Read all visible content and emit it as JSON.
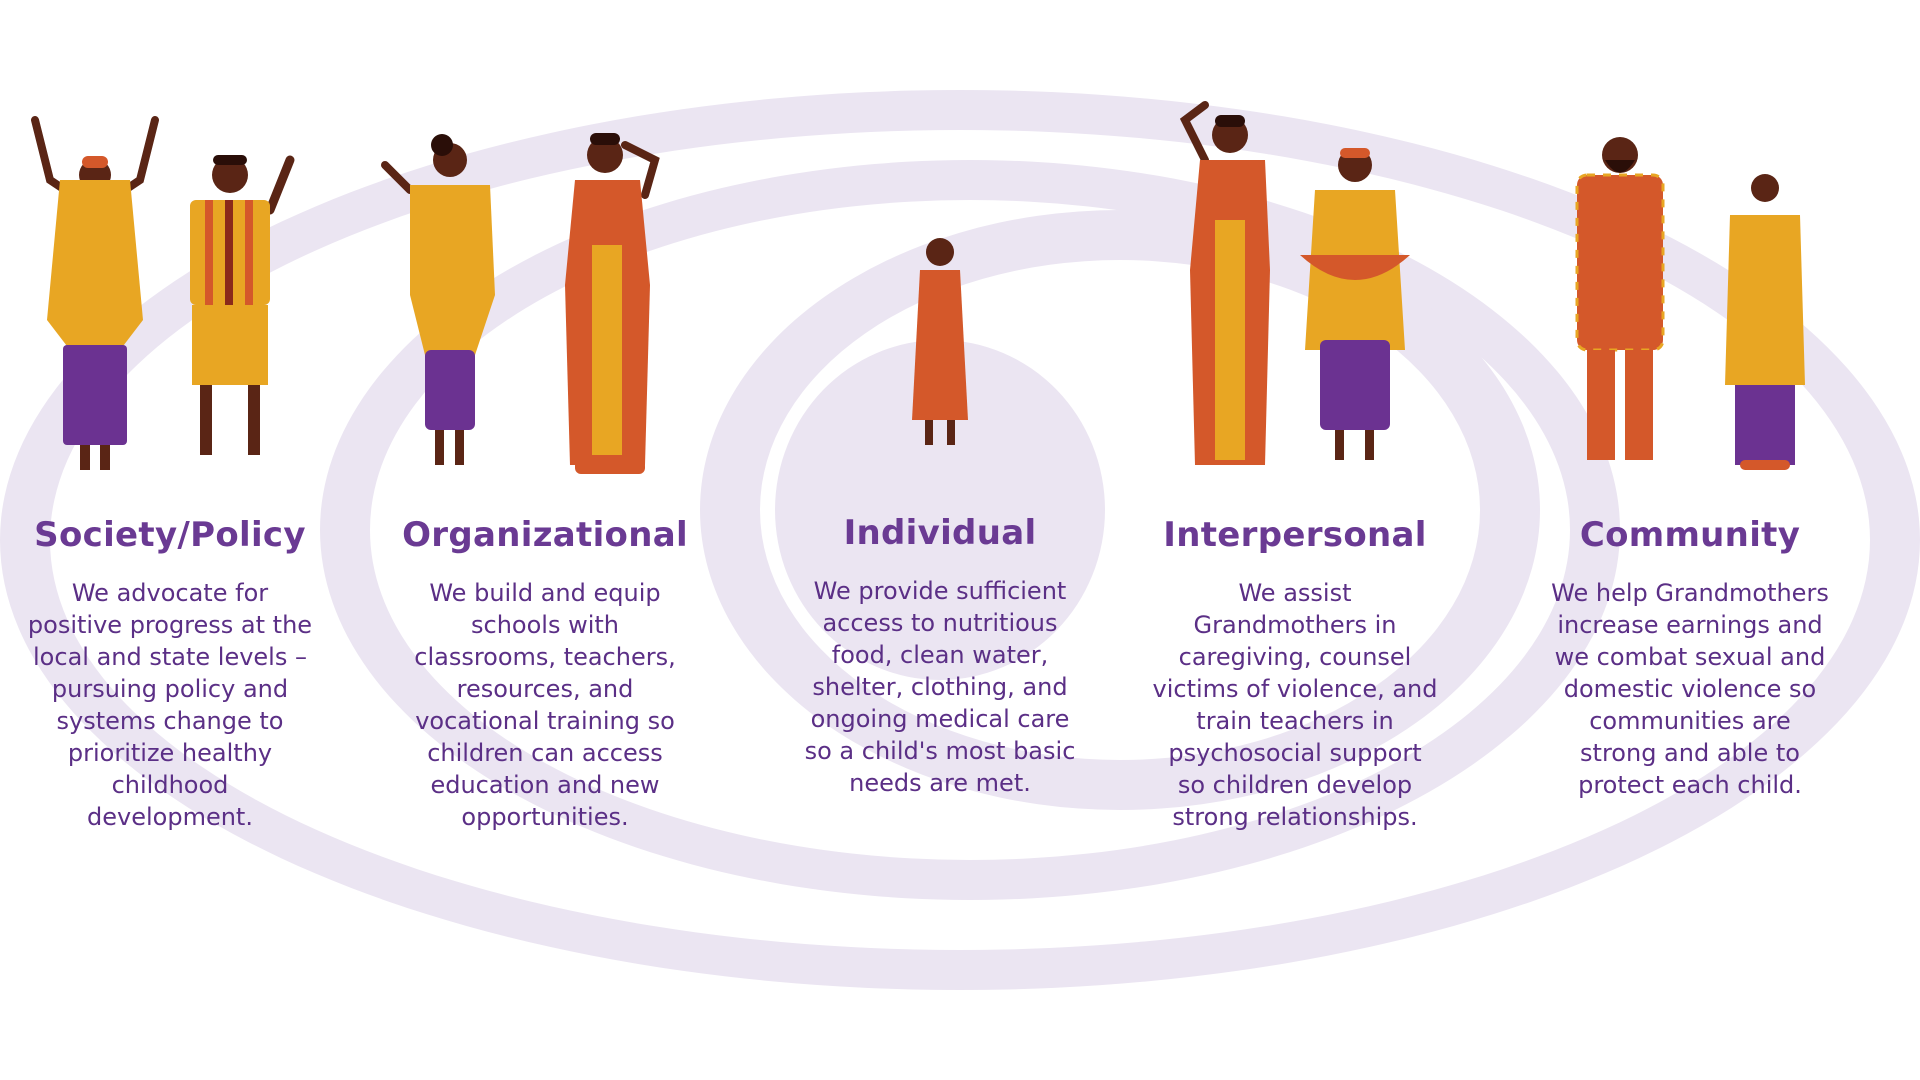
{
  "levels": [
    {
      "title": "Society/Policy",
      "lines": [
        "We advocate for",
        "positive progress at the",
        "local and state levels –",
        "pursuing policy and",
        "systems change to",
        "prioritize healthy",
        "childhood",
        "development."
      ]
    },
    {
      "title": "Organizational",
      "lines": [
        "We build and equip",
        "schools with",
        "classrooms, teachers,",
        "resources, and",
        "vocational training so",
        "children can access",
        "education and new",
        "opportunities."
      ]
    },
    {
      "title": "Individual",
      "lines": [
        "We provide sufficient",
        "access to nutritious",
        "food, clean water,",
        "shelter, clothing, and",
        "ongoing medical care",
        "so a child's most basic",
        "needs are met."
      ]
    },
    {
      "title": "Interpersonal",
      "lines": [
        "We assist",
        "Grandmothers in",
        "caregiving, counsel",
        "victims of violence, and",
        "train teachers in",
        "psychosocial support",
        "so children develop",
        "strong relationships."
      ]
    },
    {
      "title": "Community",
      "lines": [
        "We help Grandmothers",
        "increase earnings and",
        "we combat sexual and",
        "domestic violence so",
        "communities are",
        "strong and able to",
        "protect each child."
      ]
    }
  ],
  "colors": {
    "ring": "#ebe5f2",
    "title": "#6a3a93",
    "text": "#5b2f86",
    "mustard": "#e8a623",
    "orange": "#d4582a",
    "purple": "#6b3291",
    "skin": "#5a2515",
    "hair": "#2a0e08"
  },
  "figures": [
    "person-raising-arms-icon",
    "man-waving-icon",
    "woman-gesturing-icon",
    "woman-in-dress-icon",
    "child-icon",
    "woman-waving-icon",
    "woman-holding-basket-icon",
    "bearded-man-icon",
    "woman-in-wrap-icon"
  ]
}
